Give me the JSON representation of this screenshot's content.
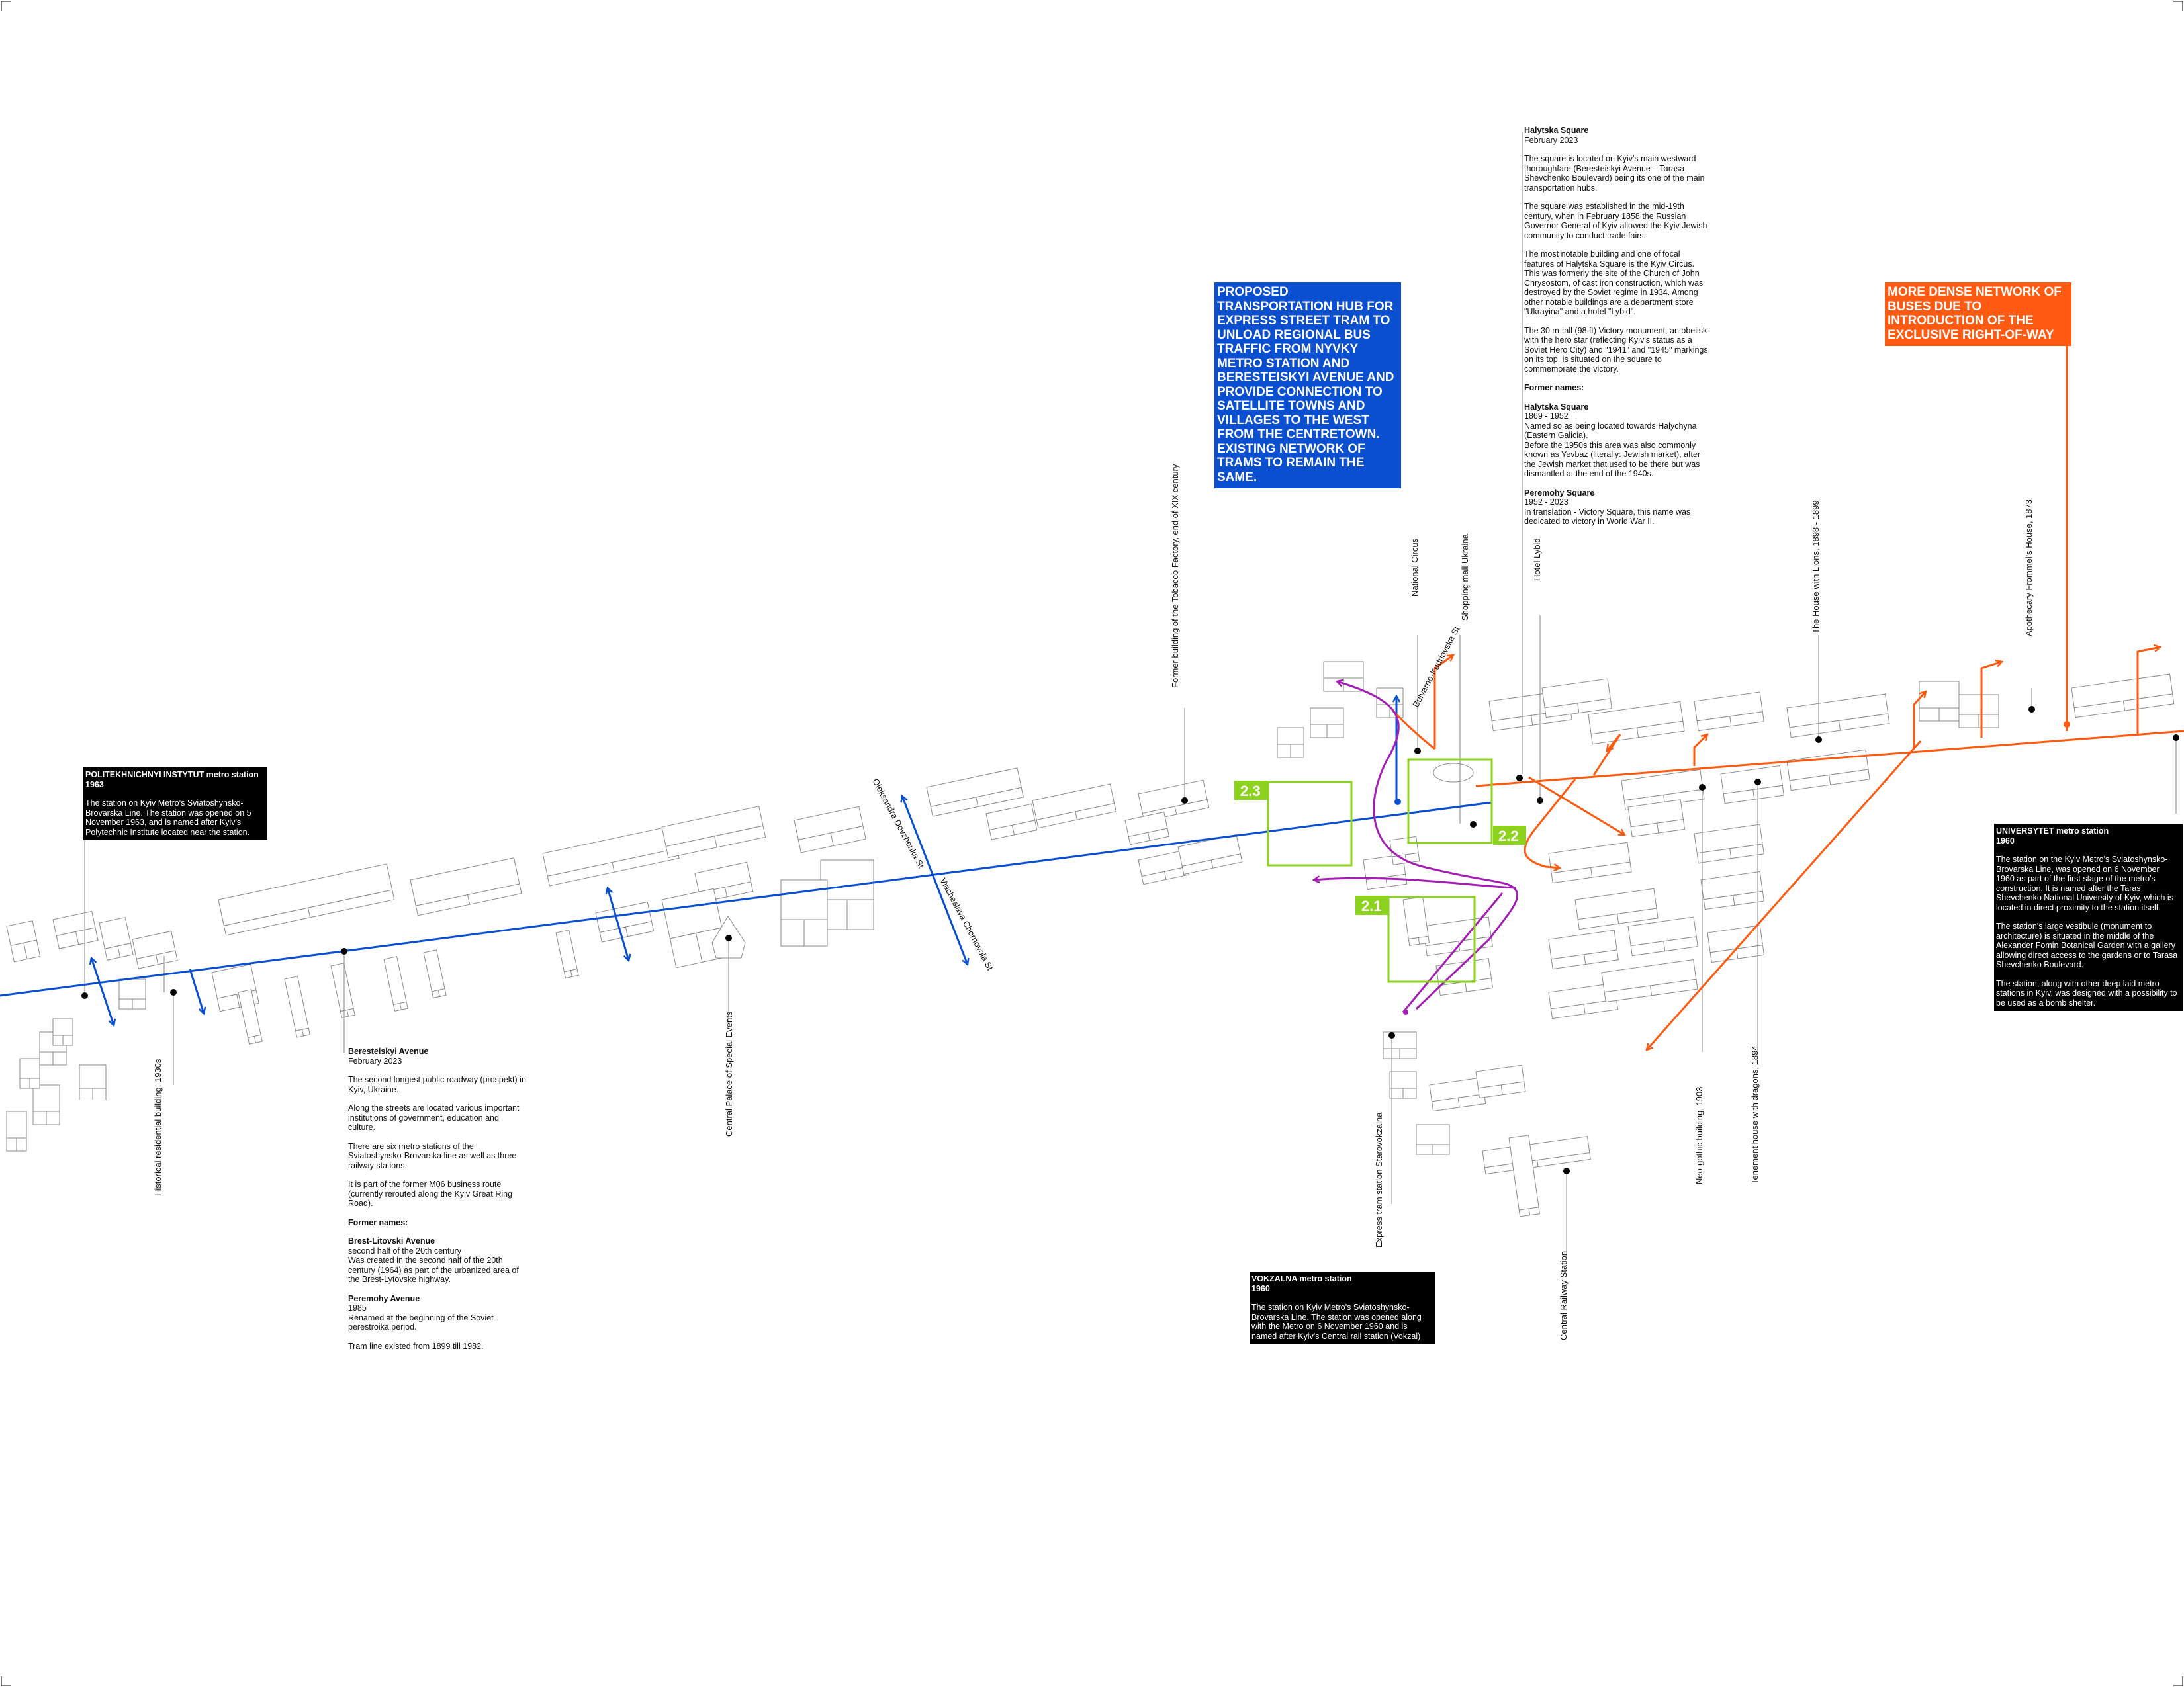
{
  "proposals": {
    "tram_hub": "PROPOSED TRANSPORTATION HUB FOR EXPRESS STREET TRAM TO UNLOAD REGIONAL BUS TRAFFIC FROM NYVKY METRO STATION AND BERESTEISKYI AVENUE AND PROVIDE CONNECTION TO SATELLITE TOWNS AND VILLAGES TO THE WEST FROM THE CENTRETOWN. EXISTING NETWORK OF TRAMS TO REMAIN THE SAME.",
    "buses": "MORE DENSE NETWORK OF BUSES DUE TO INTRODUCTION OF THE EXCLUSIVE RIGHT-OF-WAY"
  },
  "colors": {
    "tram": "#0a4fcf",
    "bus": "#ff5a12",
    "zone": "#8cd21e",
    "metro_route": "#a31fb3"
  },
  "zones": [
    "2.1",
    "2.2",
    "2.3"
  ],
  "landmarks": [
    "Former building of the Tobacco Factory, end of XIX century",
    "National Circus",
    "Shopping mall Ukraina",
    "Hotel Lybid",
    "The House with Lions, 1898 - 1899",
    "Apothecary Frommel's House, 1873",
    "Neo-gothic building, 1903",
    "Tenement house with dragons, 1894",
    "Central Palace of Special Events",
    "Historical residential building, 1930s",
    "Express tram station Starovokzalna",
    "Central Railway Station"
  ],
  "streets": {
    "dovzhenka": "Oleksandra Dovzhenka St",
    "chornovola": "Viacheslava Chornovola St",
    "bulvarno": "Bulvarno-Kudriavska St"
  },
  "halytska": {
    "title": "Halytska Square",
    "date": "February 2023",
    "p1": "The square is located on Kyiv's main westward thoroughfare (Beresteiskyi Avenue – Tarasa Shevchenko Boulevard) being its one of the main transportation hubs.",
    "p2": "The square was established in the mid-19th century, when in February 1858 the Russian Governor General of Kyiv allowed the Kyiv Jewish community to conduct trade fairs.",
    "p3": "The most notable building and one of focal features of Halytska Square is the Kyiv Circus. This was formerly the site of the Church of John Chrysostom, of cast iron construction, which was destroyed by the Soviet regime in 1934. Among other notable buildings are a department store \"Ukrayina\" and a hotel \"Lybid\".",
    "p4": "The 30 m-tall (98 ft) Victory monument, an obelisk with the hero star (reflecting Kyiv's status as a Soviet Hero City) and \"1941\" and \"1945\" markings on its top, is situated on the square to commemorate the victory.",
    "former_heading": "Former names:",
    "n1_title": "Halytska Square",
    "n1_years": "1869 - 1952",
    "n1_text": "Named so as being located towards Halychyna (Eastern Galicia).\nBefore the 1950s this area was also commonly known as Yevbaz (literally: Jewish market), after the Jewish market that used to be there but was dismantled at the end of the 1940s.",
    "n2_title": "Peremohy Square",
    "n2_years": "1952 - 2023",
    "n2_text": "In translation - Victory Square, this name was dedicated to victory in World War II."
  },
  "beresteiskyi": {
    "title": "Beresteiskyi Avenue",
    "date": "February 2023",
    "p1": "The second longest public roadway (prospekt) in Kyiv, Ukraine.",
    "p2": "Along the streets are located various important institutions of government, education and culture.",
    "p3": "There are six metro stations of the Sviatoshynsko-Brovarska line as well as three railway stations.",
    "p4": "It is part of the former  M06 business route (currently rerouted along the Kyiv Great Ring Road).",
    "former_heading": "Former names:",
    "n1_title": "Brest-Litovski Avenue",
    "n1_years": "second half of the 20th century",
    "n1_text": "Was created in the second half of the 20th century (1964) as part of the urbanized area of the Brest-Lytovske highway.",
    "n2_title": "Peremohy Avenue",
    "n2_years": "1985",
    "n2_text": "Renamed at the beginning of the Soviet perestroika period.",
    "p5": "Tram line existed from 1899 till 1982."
  },
  "politekh": {
    "title": "POLITEKHNICHNYI INSTYTUT metro station",
    "year": "1963",
    "text": "The station on Kyiv Metro's Sviatoshynsko-Brovarska Line. The station was opened on 5 November 1963, and is named after Kyiv's Polytechnic Institute located near the station."
  },
  "universytet": {
    "title": "UNIVERSYTET metro station",
    "year": "1960",
    "p1": "The station on the Kyiv Metro's Sviatoshynsko-Brovarska Line, was opened on 6 November 1960 as part of the first stage of the metro's construction. It is named after the Taras Shevchenko National University of Kyiv, which is located in direct proximity to the station itself.",
    "p2": "The station's large vestibule (monument to architecture) is situated in the middle of the Alexander Fomin Botanical Garden with a gallery allowing direct access to the gardens or to Tarasa Shevchenko Boulevard.",
    "p3": "The station, along with other deep laid metro stations in Kyiv, was designed with a possibility to be used as a bomb shelter."
  },
  "vokzalna": {
    "title": "VOKZALNA metro station",
    "year": "1960",
    "text": "The station on Kyiv Metro's Sviatoshynsko-Brovarska Line. The station was opened along with the Metro on 6 November 1960 and is named after Kyiv's Central rail station (Vokzal)"
  }
}
